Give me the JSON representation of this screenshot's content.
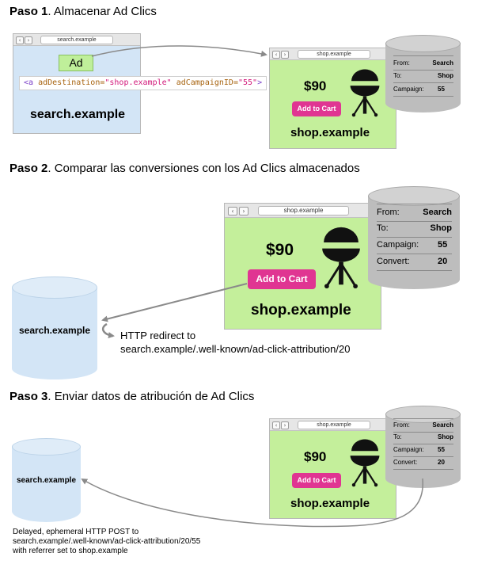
{
  "step1": {
    "title_bold": "Paso 1",
    "title_rest": ". Almacenar Ad Clics",
    "search_browser": {
      "url": "search.example",
      "site": "search.example"
    },
    "ad_label": "Ad",
    "code": {
      "open": "<a",
      "attr1": "adDestination=",
      "val1": "\"shop.example\"",
      "attr2": "adCampaignID=",
      "val2": "\"55\"",
      "close": ">"
    },
    "shop_browser": {
      "url": "shop.example",
      "price": "$90",
      "cart": "Add to Cart",
      "site": "shop.example"
    },
    "db": [
      {
        "key": "From:",
        "value": "Search"
      },
      {
        "key": "To:",
        "value": "Shop"
      },
      {
        "key": "Campaign:",
        "value": "55"
      }
    ]
  },
  "step2": {
    "title_bold": "Paso 2",
    "title_rest": ". Comparar las conversiones con los Ad Clics almacenados",
    "shop_browser": {
      "url": "shop.example",
      "price": "$90",
      "cart": "Add to Cart",
      "site": "shop.example"
    },
    "db": [
      {
        "key": "From:",
        "value": "Search"
      },
      {
        "key": "To:",
        "value": "Shop"
      },
      {
        "key": "Campaign:",
        "value": "55"
      },
      {
        "key": "Convert:",
        "value": "20"
      }
    ],
    "search_db_label": "search.example",
    "redirect_line1": "HTTP redirect to",
    "redirect_line2": "search.example/.well-known/ad-click-attribution/20"
  },
  "step3": {
    "title_bold": "Paso 3",
    "title_rest": ". Enviar datos de atribución de Ad Clics",
    "shop_browser": {
      "url": "shop.example",
      "price": "$90",
      "cart": "Add to Cart",
      "site": "shop.example"
    },
    "db": [
      {
        "key": "From:",
        "value": "Search"
      },
      {
        "key": "To:",
        "value": "Shop"
      },
      {
        "key": "Campaign:",
        "value": "55"
      },
      {
        "key": "Convert:",
        "value": "20"
      }
    ],
    "search_db_label": "search.example",
    "post_line1": "Delayed, ephemeral HTTP POST to",
    "post_line2": "search.example/.well-known/ad-click-attribution/20/55",
    "post_line3": "with referrer set to shop.example"
  },
  "icons": {
    "grill": "grill-icon",
    "back": "back-icon",
    "forward": "forward-icon"
  },
  "colors": {
    "search_bg": "#d3e5f6",
    "shop_bg": "#c4ef9b",
    "cart_button": "#e03592",
    "db_gray": "#bdbdbd"
  }
}
